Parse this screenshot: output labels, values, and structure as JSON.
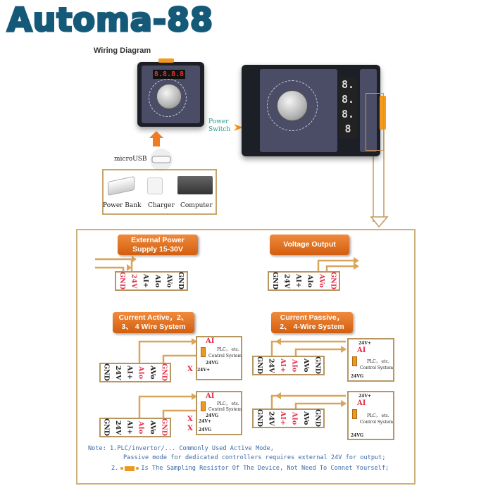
{
  "logo": "Automa-88",
  "title": "Wiring Diagram",
  "device": {
    "display": "8.8.8.8",
    "power_switch_line1": "Power",
    "power_switch_line2": "Switch"
  },
  "usb": {
    "label": "microUSB",
    "sources": [
      "Power Bank",
      "Charger",
      "Computer"
    ]
  },
  "sections": {
    "external_power": {
      "line1": "External Power",
      "line2": "Supply 15-30V"
    },
    "voltage_output": {
      "line1": "Voltage Output"
    },
    "current_active": {
      "line1": "Current Active，2、",
      "line2": "3、 4 Wire System"
    },
    "current_passive": {
      "line1": "Current Passive，",
      "line2": "2、 4-Wire System"
    }
  },
  "terminals": [
    "GND",
    "24V",
    "AI+",
    "AIo",
    "AVo",
    "GND"
  ],
  "blocks": [
    {
      "id": "external-power",
      "red": [
        0,
        1
      ]
    },
    {
      "id": "voltage-output",
      "red": [
        4,
        5
      ]
    },
    {
      "id": "current-active-1",
      "red": [
        3,
        5
      ]
    },
    {
      "id": "current-active-2",
      "red": [
        3,
        5
      ]
    },
    {
      "id": "current-passive-1",
      "red": [
        2,
        3
      ]
    },
    {
      "id": "current-passive-2",
      "red": [
        2,
        3
      ]
    }
  ],
  "plc": {
    "ai": "AI",
    "line1": "PLC， etc.",
    "line2": "Control System",
    "v24p": "24V+",
    "v24g": "24VG",
    "x": "X"
  },
  "notes": {
    "line1": "Note: 1.PLC/invertor/... Commonly Used Active Mode,",
    "line2": "Passive mode for dedicated controllers requires external 24V for output;",
    "line3_prefix": "2.",
    "line3": "Is The Sampling Resistor Of The Device, Not Need To Connet Yourself;"
  },
  "colors": {
    "logo": "#145a78",
    "accent": "#e2304a",
    "wire": "#d9a55a",
    "note": "#3b6aa8"
  }
}
